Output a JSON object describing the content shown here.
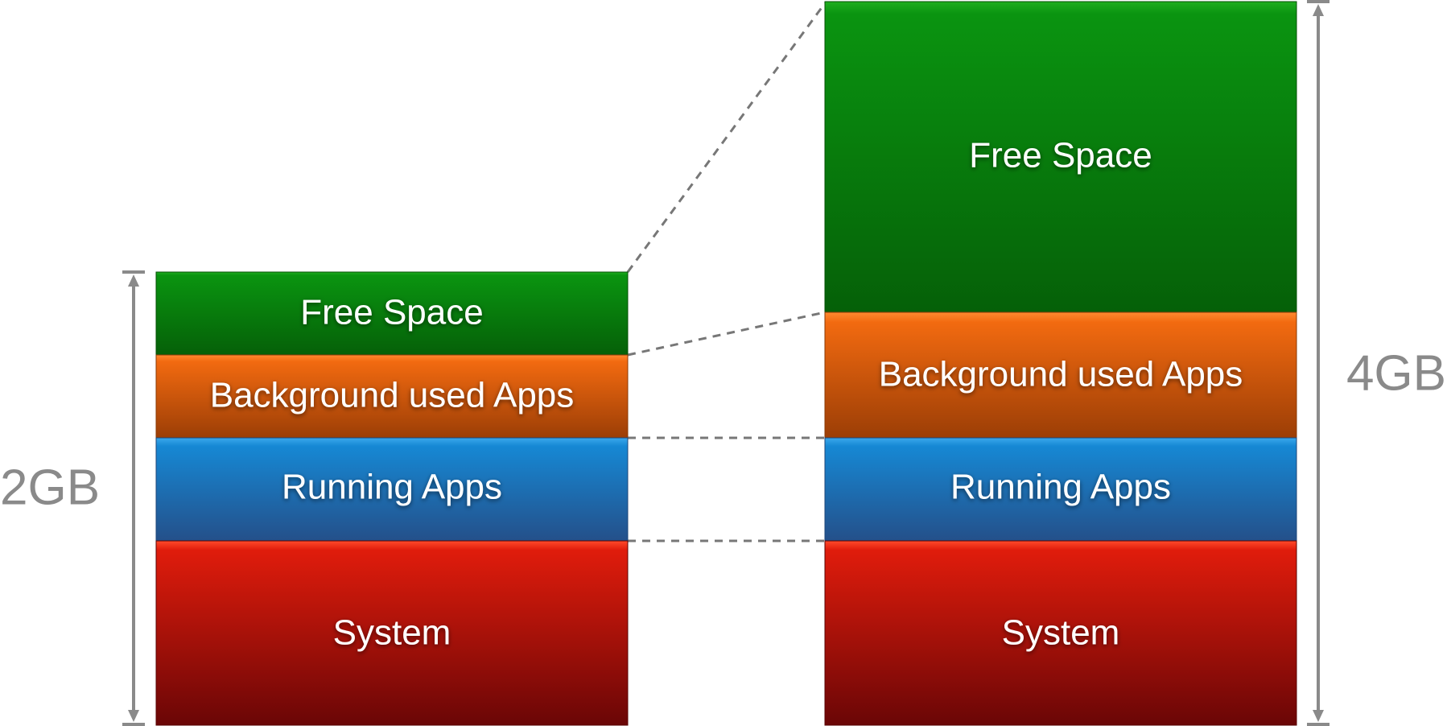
{
  "colors": {
    "free_space": "#0a8a10",
    "background_apps": "#e8620a",
    "running_apps": "#1a7cc4",
    "system": "#d81a0e",
    "connector": "#777777",
    "dimension": "#8a8a8a"
  },
  "left_stack": {
    "size_label": "2GB",
    "segments": [
      {
        "label": "Free Space",
        "key": "free_space"
      },
      {
        "label": "Background used Apps",
        "key": "background_apps"
      },
      {
        "label": "Running Apps",
        "key": "running_apps"
      },
      {
        "label": "System",
        "key": "system"
      }
    ]
  },
  "right_stack": {
    "size_label": "4GB",
    "segments": [
      {
        "label": "Free Space",
        "key": "free_space"
      },
      {
        "label": "Background used Apps",
        "key": "background_apps"
      },
      {
        "label": "Running Apps",
        "key": "running_apps"
      },
      {
        "label": "System",
        "key": "system"
      }
    ]
  }
}
